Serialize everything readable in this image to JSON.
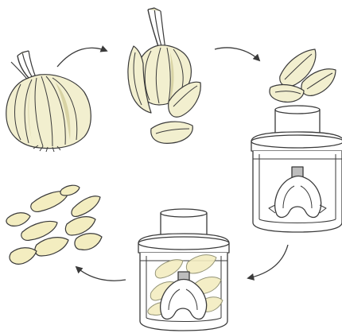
{
  "illustration": {
    "steps": [
      "whole-garlic-bulb",
      "bulb-split-into-cloves",
      "loose-cloves",
      "empty-food-chopper",
      "chopper-with-cloves",
      "sliced-garlic"
    ],
    "colors": {
      "outline": "#3a3a3a",
      "garlic_fill": "#f2efcf",
      "garlic_shade": "#d8d3a4",
      "stem": "#d9d6b4",
      "slice_fill": "#f3edc0",
      "chopper_body": "#ffffff",
      "blade_shade": "#bdbdbd"
    },
    "arrow_icon": "curved-arrow-icon"
  }
}
